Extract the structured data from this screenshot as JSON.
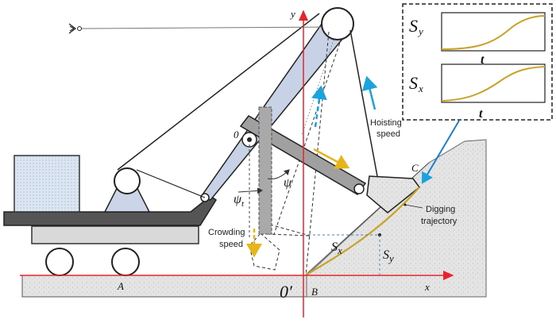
{
  "labels": {
    "pivot": "0",
    "axis_x": "x",
    "axis_y": "y",
    "origin": "0′",
    "point_a": "A",
    "point_b": "B",
    "point_c": "C",
    "psi": "ψ",
    "psi_t": "ψ",
    "psi_t_sub": "t",
    "hoisting_1": "Hoisting",
    "hoisting_2": "speed",
    "crowding_1": "Crowding",
    "crowding_2": "speed",
    "digging_1": "Digging",
    "digging_2": "trajectory",
    "sx": "S",
    "sx_sub": "x",
    "sy": "S",
    "sy_sub": "y"
  },
  "inset": {
    "top_label": "S",
    "top_sub": "y",
    "top_axis": "t",
    "bottom_label": "S",
    "bottom_sub": "x",
    "bottom_axis": "t"
  },
  "colors": {
    "axis_red": "#e8232a",
    "arrow_blue": "#1aa3dc",
    "arrow_yellow": "#e8b41c",
    "trajectory": "#c9a227",
    "boom_fill": "#c8d2e6",
    "soil_fill": "#e2e2e2",
    "machine_fill": "#d9d9d9",
    "dark": "#1a1a1a"
  }
}
